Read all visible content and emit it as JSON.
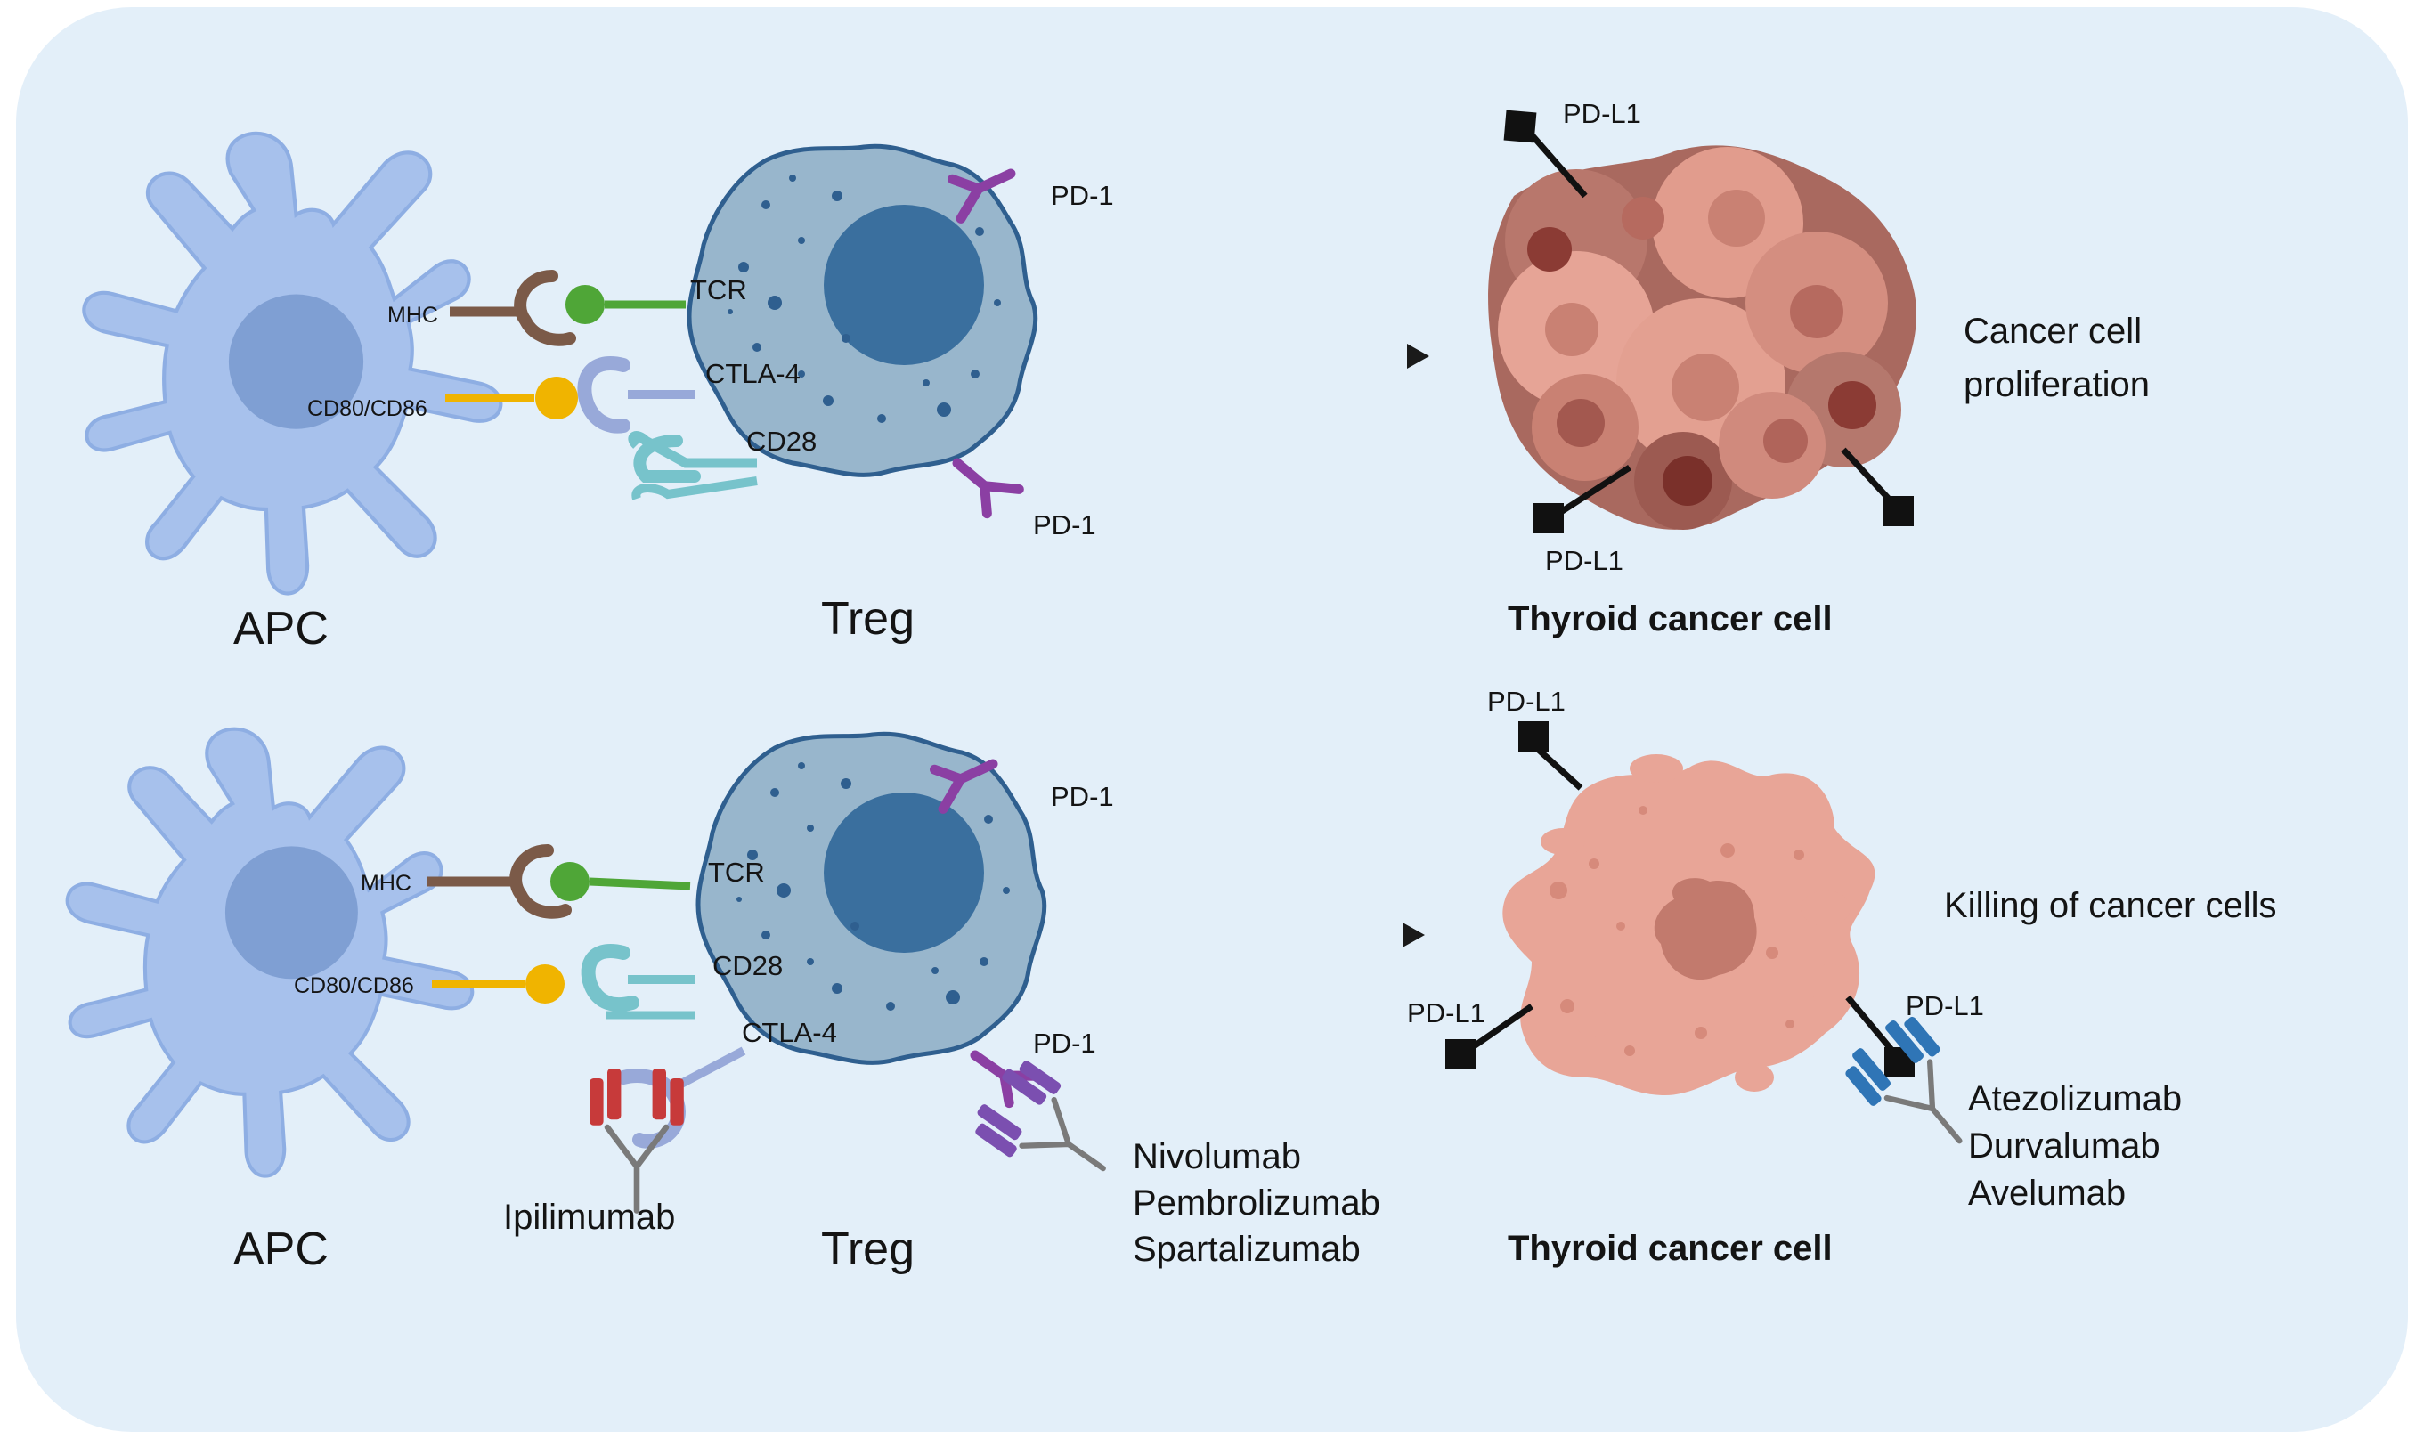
{
  "colors": {
    "background_panel": "#e3eff9",
    "apc": "#a7c1ec",
    "treg": "#98b6cc",
    "treg_nucleus": "#3a6f9e",
    "tumor_dark": "#a9695f",
    "tumor_light": "#e19c8d",
    "killed_tumor": "#e8a597",
    "pd1": "#8b3fa3",
    "mhc": "#7b5a48",
    "tcr": "#4fa637",
    "cd80": "#f0b400",
    "ctla4": "#98a9d9",
    "cd28": "#77c3cb",
    "ipilimumab": "#c73a3a",
    "pd1_antibody": "#7b4fb0",
    "pdl1_antibody": "#2f75b6",
    "arrow": "#1a1a1a"
  },
  "top_panel": {
    "apc_label": "APC",
    "treg_label": "Treg",
    "mhc": "MHC",
    "cd80_cd86": "CD80/CD86",
    "tcr": "TCR",
    "ctla4": "CTLA-4",
    "cd28": "CD28",
    "pd1_upper": "PD-1",
    "pd1_lower": "PD-1",
    "pdl1_upper": "PD-L1",
    "pdl1_lower": "PD-L1",
    "cancer_label": "Thyroid cancer cell",
    "outcome_line1": "Cancer cell",
    "outcome_line2": "proliferation"
  },
  "bottom_panel": {
    "apc_label": "APC",
    "treg_label": "Treg",
    "mhc": "MHC",
    "cd80_cd86": "CD80/CD86",
    "tcr": "TCR",
    "cd28": "CD28",
    "ctla4": "CTLA-4",
    "pd1_upper": "PD-1",
    "pd1_lower": "PD-1",
    "pdl1_top": "PD-L1",
    "pdl1_left": "PD-L1",
    "pdl1_right": "PD-L1",
    "ipilimumab": "Ipilimumab",
    "pd1_drugs": [
      "Nivolumab",
      "Pembrolizumab",
      "Spartalizumab"
    ],
    "pdl1_drugs": [
      "Atezolizumab",
      "Durvalumab",
      "Avelumab"
    ],
    "cancer_label": "Thyroid cancer cell",
    "outcome": "Killing of cancer cells"
  }
}
